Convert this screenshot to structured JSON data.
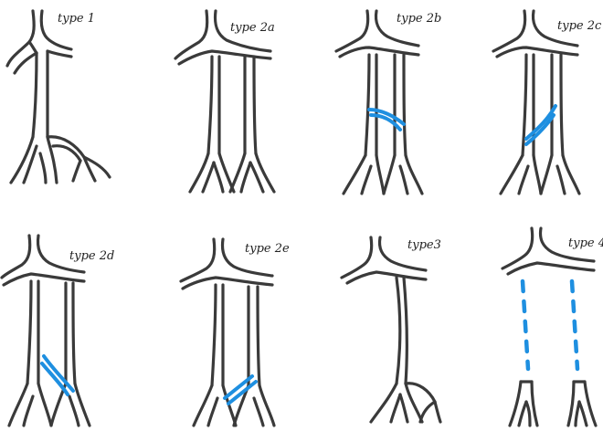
{
  "panels": [
    {
      "label": "type 1"
    },
    {
      "label": "type 2a"
    },
    {
      "label": "type 2b"
    },
    {
      "label": "type 2c"
    },
    {
      "label": "type 2d"
    },
    {
      "label": "type 2e"
    },
    {
      "label": "type3"
    },
    {
      "label": "type 4"
    }
  ],
  "colors": {
    "vein": "#3a3a3a",
    "anomaly": "#1e8fe0",
    "background": "#ffffff"
  }
}
